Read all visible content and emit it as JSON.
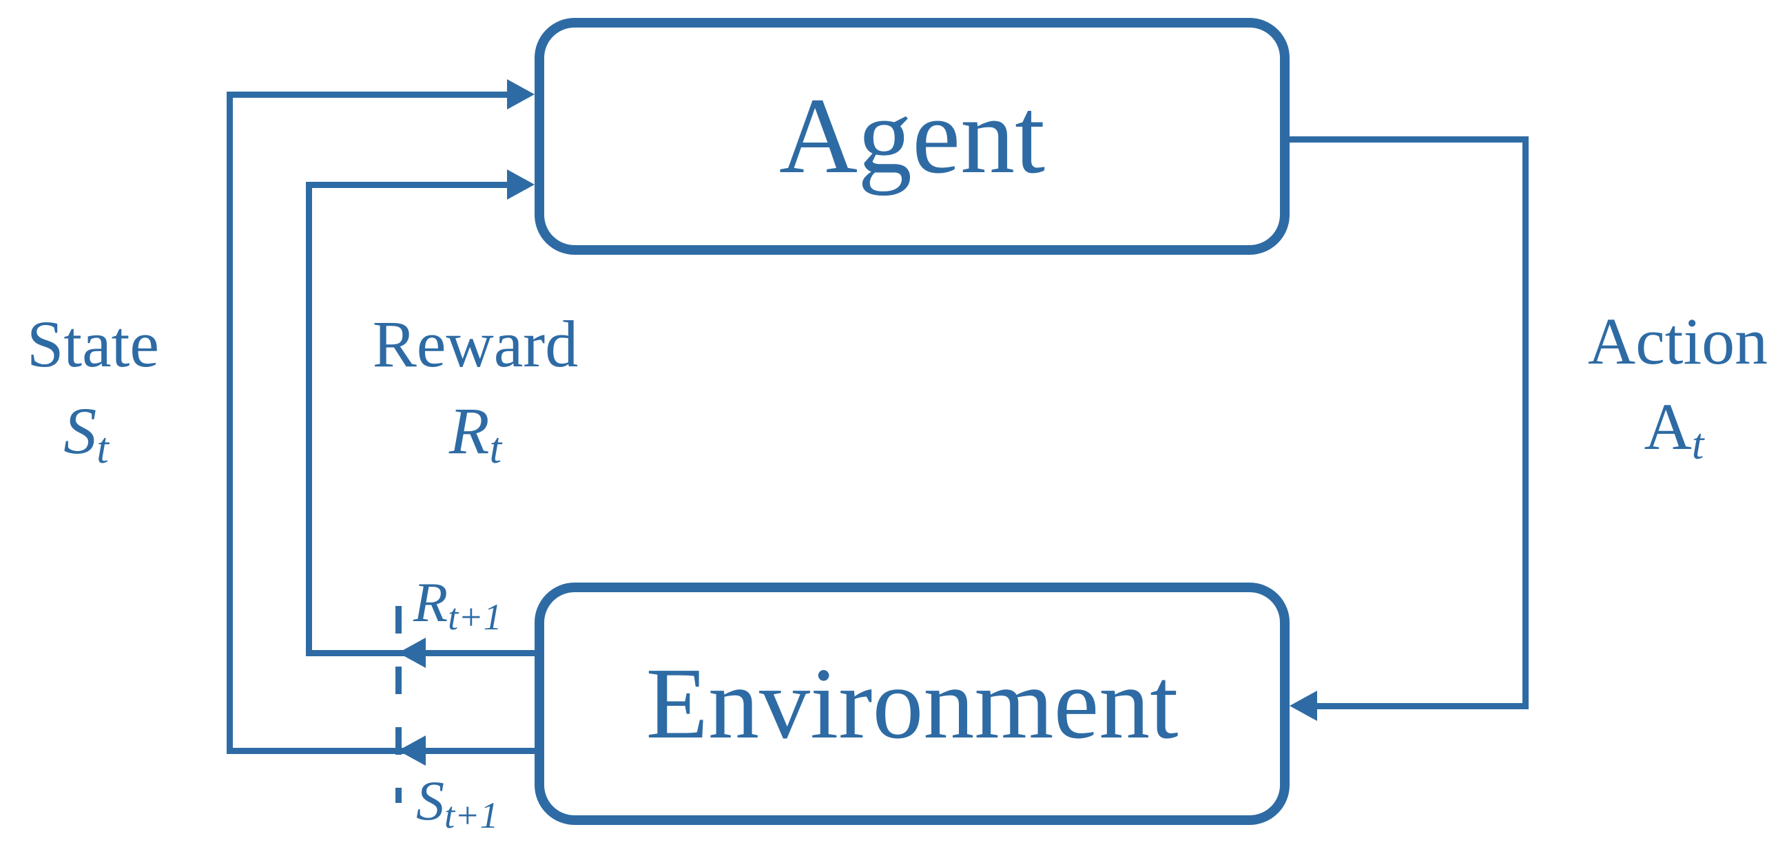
{
  "colors": {
    "accent": "#2e6ba4",
    "background": "#ffffff"
  },
  "nodes": {
    "agent": {
      "label": "Agent"
    },
    "environment": {
      "label": "Environment"
    }
  },
  "labels": {
    "state": {
      "word": "State",
      "sym": "S",
      "sub": "t"
    },
    "reward": {
      "word": "Reward",
      "sym": "R",
      "sub": "t"
    },
    "action": {
      "word": "Action",
      "sym": "A",
      "sub": "t"
    },
    "reward_next": {
      "sym": "R",
      "sub": "t+1"
    },
    "state_next": {
      "sym": "S",
      "sub": "t+1"
    }
  }
}
